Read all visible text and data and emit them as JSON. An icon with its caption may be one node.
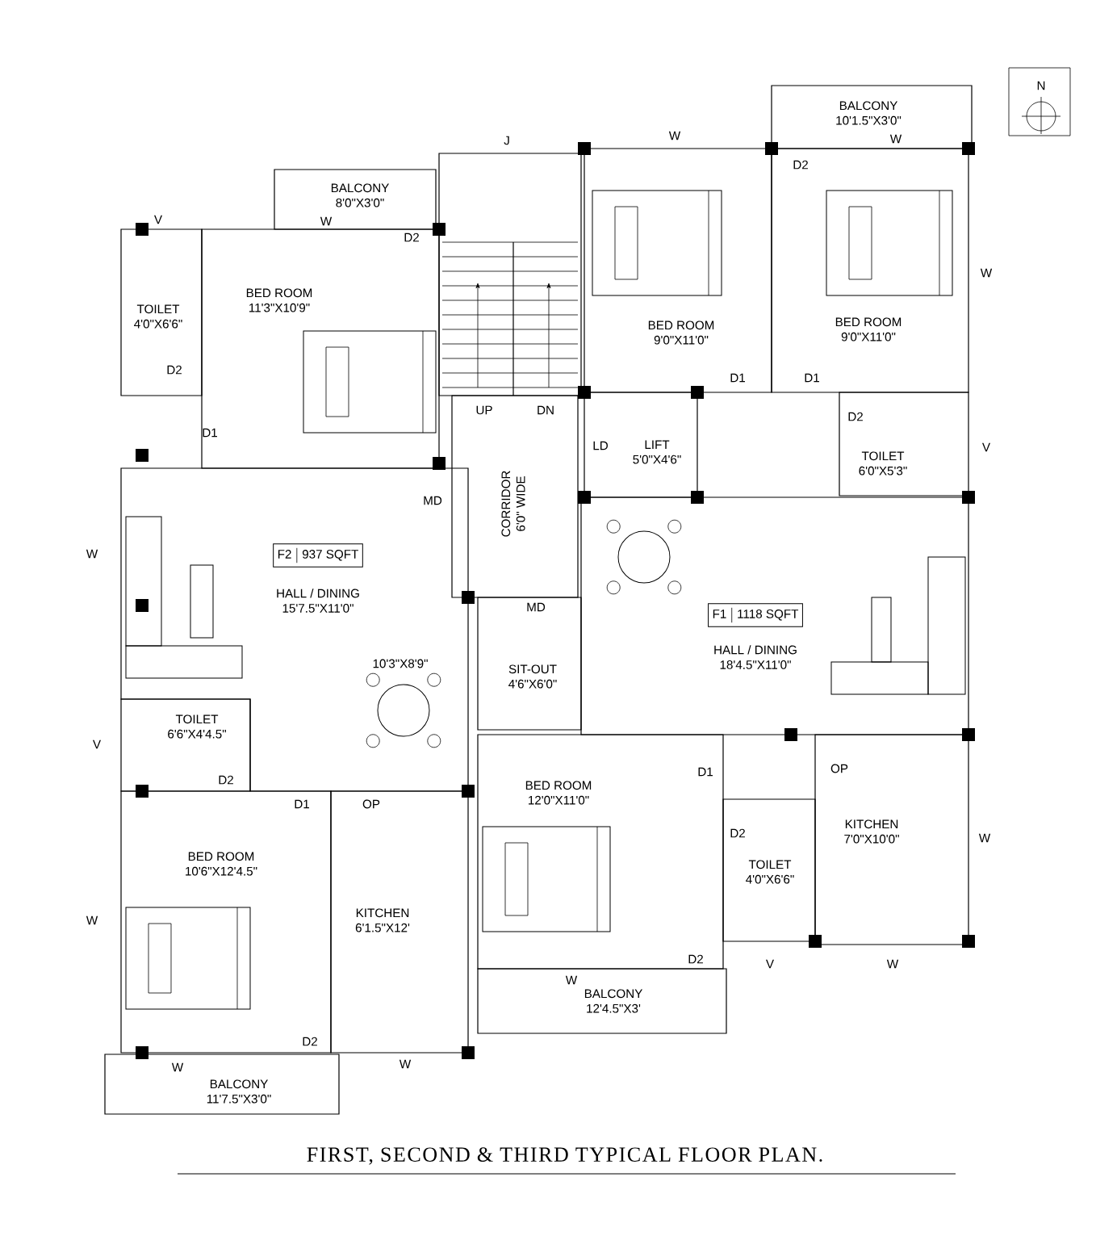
{
  "diagram": {
    "title": "FIRST, SECOND & THIRD TYPICAL FLOOR PLAN.",
    "nodes": [
      {
        "text": [
          "BALCONY",
          "8'0\"X3'0\""
        ]
      },
      {
        "text": [
          "BED ROOM",
          "11'3\"X10'9\""
        ]
      },
      {
        "text": [
          "TOILET",
          "4'0\"X6'6\""
        ]
      },
      {
        "text": [
          "CORRIDOR",
          "6'0\" WIDE"
        ]
      },
      {
        "text": [
          "BALCONY",
          "10'1.5\"X3'0\""
        ]
      },
      {
        "text": [
          "BED ROOM",
          "9'0\"X11'0\""
        ]
      },
      {
        "text": [
          "BED ROOM",
          "9'0\"X11'0\""
        ]
      },
      {
        "text": [
          "LIFT",
          "5'0\"X4'6\""
        ]
      },
      {
        "text": [
          "TOILET",
          "6'0\"X5'3\""
        ]
      },
      {
        "text": [
          "HALL / DINING",
          "15'7.5\"X11'0\""
        ]
      },
      {
        "text": [
          "F2",
          "937 SQFT"
        ],
        "in": 9
      },
      {
        "text": [
          "TOILET",
          "6'6\"X4'4.5\""
        ]
      },
      {
        "text": [
          "SIT-OUT",
          "4'6\"X6'0\""
        ]
      },
      {
        "text": [
          "HALL / DINING",
          "18'4.5\"X11'0\""
        ]
      },
      {
        "text": [
          "F1",
          "1118 SQFT"
        ],
        "in": 13
      },
      {
        "text": [
          "BED ROOM",
          "10'6\"X12'4.5\""
        ]
      },
      {
        "text": [
          "KITCHEN",
          "6'1.5\"X12'"
        ]
      },
      {
        "text": [
          "BALCONY",
          "11'7.5\"X3'0\""
        ]
      },
      {
        "text": [
          "BED ROOM",
          "12'0\"X11'0\""
        ]
      },
      {
        "text": [
          "TOILET",
          "4'0\"X6'6\""
        ]
      },
      {
        "text": [
          "KITCHEN",
          "7'0\"X10'0\""
        ]
      },
      {
        "text": [
          "BALCONY",
          "12'4.5\"X3'"
        ]
      }
    ],
    "labels": [
      "N",
      "J",
      "W",
      "W",
      "D2",
      "V",
      "W",
      "D2",
      "W",
      "D2",
      "D1",
      "D1",
      "UP",
      "DN",
      "D2",
      "D1",
      "LD",
      "V",
      "MD",
      "W",
      "MD",
      "10'3\"X8'9\"",
      "V",
      "D1",
      "OP",
      "D2",
      "D1",
      "OP",
      "D2",
      "W",
      "W",
      "D2",
      "V",
      "W",
      "W",
      "D2",
      "W",
      "W"
    ]
  }
}
